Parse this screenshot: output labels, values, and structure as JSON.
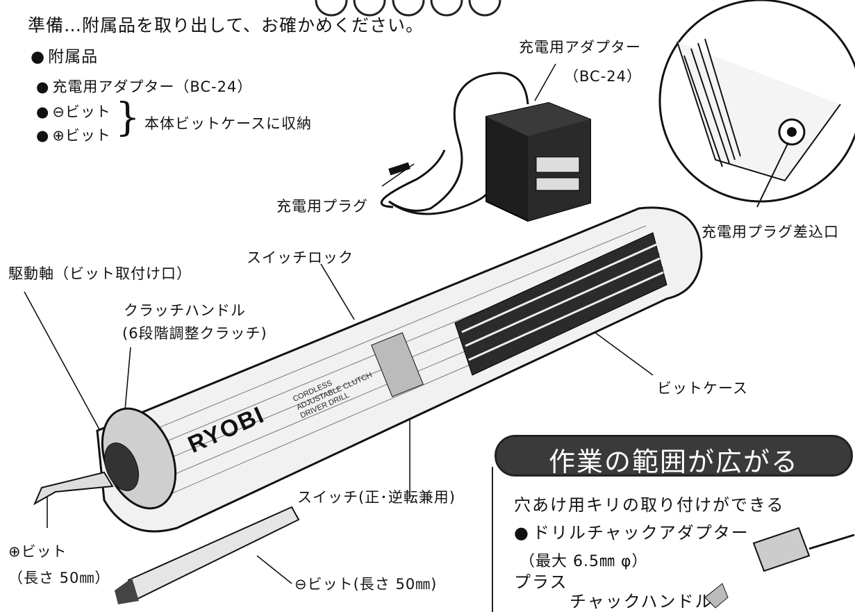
{
  "header": {
    "prep_line": "準備…附属品を取り出して、お確かめください。"
  },
  "accessories": {
    "title": "附属品",
    "items": [
      "充電用アダプター（BC-24）",
      "⊖ビット",
      "⊕ビット"
    ],
    "storage_note": "本体ビットケースに収納"
  },
  "callouts": {
    "adapter": "充電用アダプター",
    "adapter_model": "（BC-24）",
    "charge_plug": "充電用プラグ",
    "plug_inlet": "充電用プラグ差込口",
    "switch_lock": "スイッチロック",
    "drive_shaft": "駆動軸（ビット取付け口）",
    "clutch_handle": "クラッチハンドル",
    "clutch_detail": "(6段階調整クラッチ)",
    "bit_case": "ビットケース",
    "switch": "スイッチ(正･逆転兼用)",
    "plus_bit": "⊕ビット",
    "plus_bit_length": "（長さ 50㎜）",
    "minus_bit": "⊖ビット(長さ 50㎜)"
  },
  "tool_marking": {
    "brand": "RYOBI",
    "line1": "CORDLESS",
    "line2": "ADJUSTABLE CLUTCH",
    "line3": "DRIVER DRILL"
  },
  "feature": {
    "banner": "作業の範囲が広がる",
    "lead": "穴あけ用キリの取り付けができる",
    "item": "ドリルチャックアダプター",
    "item_spec": "（最大 6.5㎜ φ）",
    "plus": "プラス",
    "chuck_handle": "チャックハンドル"
  }
}
